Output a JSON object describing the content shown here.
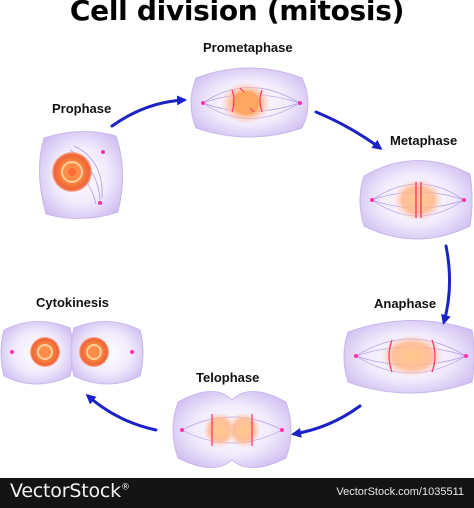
{
  "diagram": {
    "title": "Cell division (mitosis)",
    "stages": [
      {
        "id": "prophase",
        "label": "Prophase"
      },
      {
        "id": "prometaphase",
        "label": "Prometaphase"
      },
      {
        "id": "metaphase",
        "label": "Metaphase"
      },
      {
        "id": "anaphase",
        "label": "Anaphase"
      },
      {
        "id": "telophase",
        "label": "Telophase"
      },
      {
        "id": "cytokinesis",
        "label": "Cytokinesis"
      }
    ],
    "arrow_color": "#1a22c8",
    "cell_color": "#ddd0f4",
    "nucleus_color": "#f47a3a"
  },
  "footer": {
    "brand": "VectorStock",
    "registered_mark": "®",
    "credit": "VectorStock.com/1035511"
  }
}
